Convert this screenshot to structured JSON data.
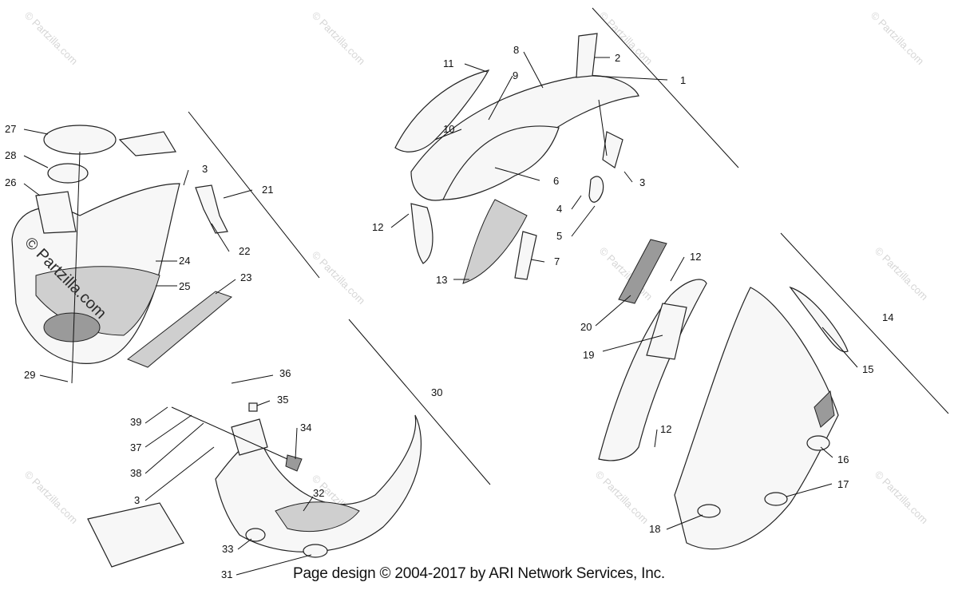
{
  "footer": "Page design © 2004-2017 by ARI Network Services, Inc.",
  "watermark": {
    "text": "© Partzilla.com",
    "inline": "© Partzilla.com"
  },
  "callouts": [
    {
      "id": "c1",
      "label": "1"
    },
    {
      "id": "c2",
      "label": "2"
    },
    {
      "id": "c3a",
      "label": "3"
    },
    {
      "id": "c4",
      "label": "4"
    },
    {
      "id": "c5",
      "label": "5"
    },
    {
      "id": "c6",
      "label": "6"
    },
    {
      "id": "c7",
      "label": "7"
    },
    {
      "id": "c8",
      "label": "8"
    },
    {
      "id": "c9",
      "label": "9"
    },
    {
      "id": "c10",
      "label": "10"
    },
    {
      "id": "c11",
      "label": "11"
    },
    {
      "id": "c12a",
      "label": "12"
    },
    {
      "id": "c13",
      "label": "13"
    },
    {
      "id": "c12b",
      "label": "12"
    },
    {
      "id": "c12c",
      "label": "12"
    },
    {
      "id": "c14",
      "label": "14"
    },
    {
      "id": "c15",
      "label": "15"
    },
    {
      "id": "c16",
      "label": "16"
    },
    {
      "id": "c17",
      "label": "17"
    },
    {
      "id": "c18",
      "label": "18"
    },
    {
      "id": "c19",
      "label": "19"
    },
    {
      "id": "c20",
      "label": "20"
    },
    {
      "id": "c21",
      "label": "21"
    },
    {
      "id": "c22",
      "label": "22"
    },
    {
      "id": "c23",
      "label": "23"
    },
    {
      "id": "c24",
      "label": "24"
    },
    {
      "id": "c25",
      "label": "25"
    },
    {
      "id": "c26",
      "label": "26"
    },
    {
      "id": "c27",
      "label": "27"
    },
    {
      "id": "c28",
      "label": "28"
    },
    {
      "id": "c29",
      "label": "29"
    },
    {
      "id": "c3b",
      "label": "3"
    },
    {
      "id": "c30",
      "label": "30"
    },
    {
      "id": "c31",
      "label": "31"
    },
    {
      "id": "c32",
      "label": "32"
    },
    {
      "id": "c33",
      "label": "33"
    },
    {
      "id": "c34",
      "label": "34"
    },
    {
      "id": "c35",
      "label": "35"
    },
    {
      "id": "c36",
      "label": "36"
    },
    {
      "id": "c37",
      "label": "37"
    },
    {
      "id": "c38",
      "label": "38"
    },
    {
      "id": "c39",
      "label": "39"
    },
    {
      "id": "c3c",
      "label": "3"
    }
  ]
}
